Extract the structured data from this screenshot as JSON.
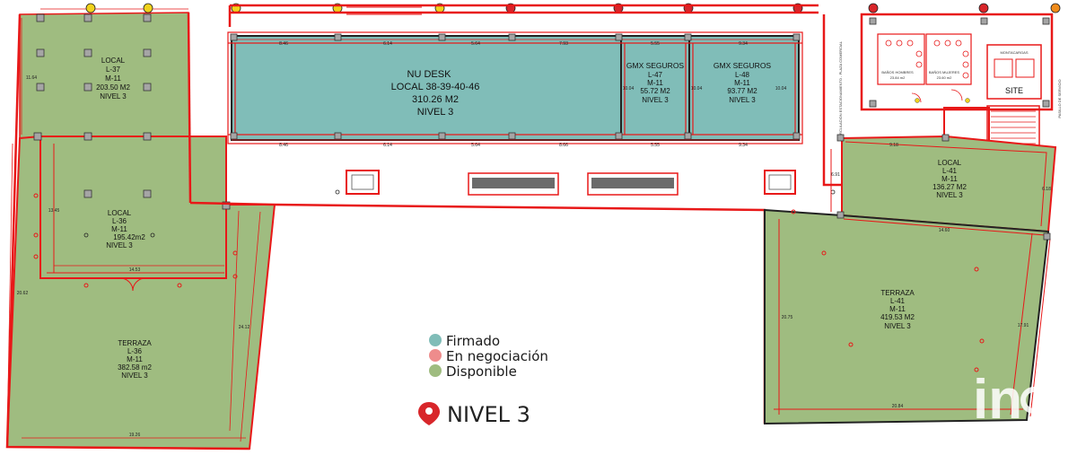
{
  "colors": {
    "firmado": "#80bdb8",
    "negociacion": "#ee8c8c",
    "disponible": "#9fbc80",
    "wall": "#e81818",
    "pin": "#d8262a"
  },
  "units": {
    "l37": {
      "title": "LOCAL",
      "code": "L-37",
      "module": "M-11",
      "area": "203.50 M2",
      "level": "NIVEL 3",
      "status": "disponible"
    },
    "l36": {
      "title": "LOCAL",
      "code": "L-36",
      "module": "M-11",
      "area": "195.42m2",
      "level": "NIVEL 3",
      "status": "disponible"
    },
    "t36": {
      "title": "TERRAZA",
      "code": "L-36",
      "module": "M-11",
      "area": "382.58 m2",
      "level": "NIVEL 3",
      "status": "disponible"
    },
    "nudesk": {
      "title": "NU DESK",
      "code": "LOCAL 38-39-40-46",
      "area": "310.26 M2",
      "level": "NIVEL 3",
      "status": "firmado"
    },
    "l47": {
      "title": "GMX SEGUROS",
      "code": "L-47",
      "module": "M-11",
      "area": "55.72 M2",
      "level": "NIVEL 3",
      "status": "firmado"
    },
    "l48": {
      "title": "GMX SEGUROS",
      "code": "L-48",
      "module": "M-11",
      "area": "93.77 M2",
      "level": "NIVEL 3",
      "status": "firmado"
    },
    "l41": {
      "title": "LOCAL",
      "code": "L-41",
      "module": "M-11",
      "area": "136.27 M2",
      "level": "NIVEL 3",
      "status": "disponible"
    },
    "t41": {
      "title": "TERRAZA",
      "code": "L-41",
      "module": "M-11",
      "area": "419.53 M2",
      "level": "NIVEL 3",
      "status": "disponible"
    }
  },
  "dims": {
    "top": [
      "8.46",
      "6.14",
      "5.64",
      "7.93",
      "5.55",
      "9.34"
    ],
    "bottom": [
      "8.46",
      "6.14",
      "5.64",
      "8.66",
      "5.55",
      "9.34"
    ],
    "l37_h": "11.64",
    "l36_h": "13.45",
    "l36_w": "14.53",
    "t36_left": "20.62",
    "t36_right": "24.12",
    "t36_w": "19.26",
    "nd_h1": "10.04",
    "nd_h2": "10.04",
    "nd_h3": "10.04",
    "l41_w_top": "9.18",
    "l41_h_left": "6.91",
    "l41_h_right": "6.18",
    "l41_w": "14.60",
    "t41_left": "20.75",
    "t41_right": "17.91",
    "t41_w": "20.84"
  },
  "service": {
    "bano_h": "BAÑOS HOMBRES",
    "bano_h_area": "23.84 m2",
    "bano_m": "BAÑOS MUJERES",
    "bano_m_area": "23.60 m2",
    "montacargas": "MONTACARGAS",
    "site": "SITE",
    "circulacion": "CIRCULACION ESTACIONAMIENTO - PLAZA COMERCIAL",
    "pasillo": "PASILLO DE SERVICIO"
  },
  "legend": [
    {
      "label": "Firmado",
      "color": "#80bdb8"
    },
    {
      "label": "En negociación",
      "color": "#ee8c8c"
    },
    {
      "label": "Disponible",
      "color": "#9fbc80"
    }
  ],
  "level_label": "NIVEL 3",
  "watermark": "in"
}
